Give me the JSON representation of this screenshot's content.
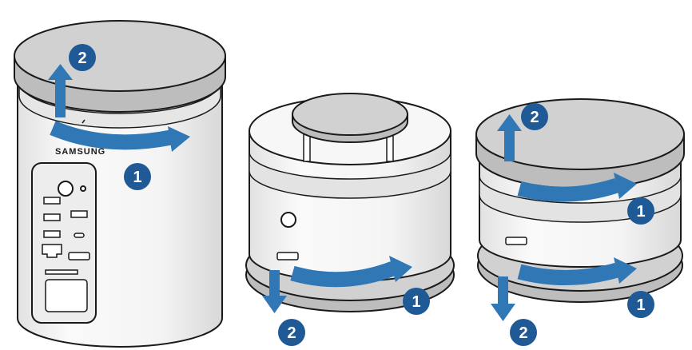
{
  "colors": {
    "badge": "#1f5a96",
    "arrow": "#2f78b5",
    "lid": "#d1d1d1",
    "body": "#f2f2f2",
    "outline": "#1a1a1a"
  },
  "device_left": {
    "brand": "SAMSUNG"
  },
  "steps": {
    "left_top": "2",
    "left_bottom": "1",
    "middle_rotate": "1",
    "middle_lift": "2",
    "right_top": "2",
    "right_upper_rotate": "1",
    "right_lower_rotate": "1",
    "right_bottom": "2"
  }
}
